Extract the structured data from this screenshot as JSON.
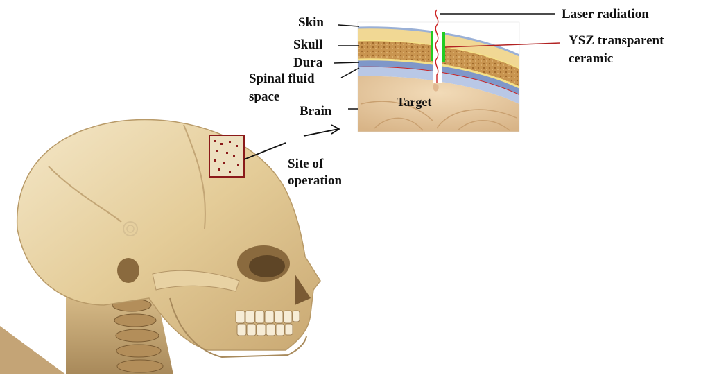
{
  "labels": {
    "skin": "Skin",
    "skull": "Skull",
    "dura": "Dura",
    "spinal_fluid_1": "Spinal fluid",
    "spinal_fluid_2": "space",
    "brain": "Brain",
    "target": "Target",
    "laser": "Laser radiation",
    "ysz_1": "YSZ transparent",
    "ysz_2": "ceramic",
    "site_1": "Site of",
    "site_2": "operation"
  },
  "colors": {
    "skin_layer": "#f1d894",
    "skull_layer": "#c99550",
    "dura_layer": "#7f97c9",
    "fluid_layer": "#b9c8e6",
    "brain_tissue": "#e7c8a0",
    "laser_line": "#cc2222",
    "ysz_window": "#22cc22",
    "site_box": "#8b1a1a",
    "bone": "#e9d7b0"
  },
  "icons": [
    "skull-illustration",
    "tissue-cross-section",
    "laser-beam"
  ]
}
